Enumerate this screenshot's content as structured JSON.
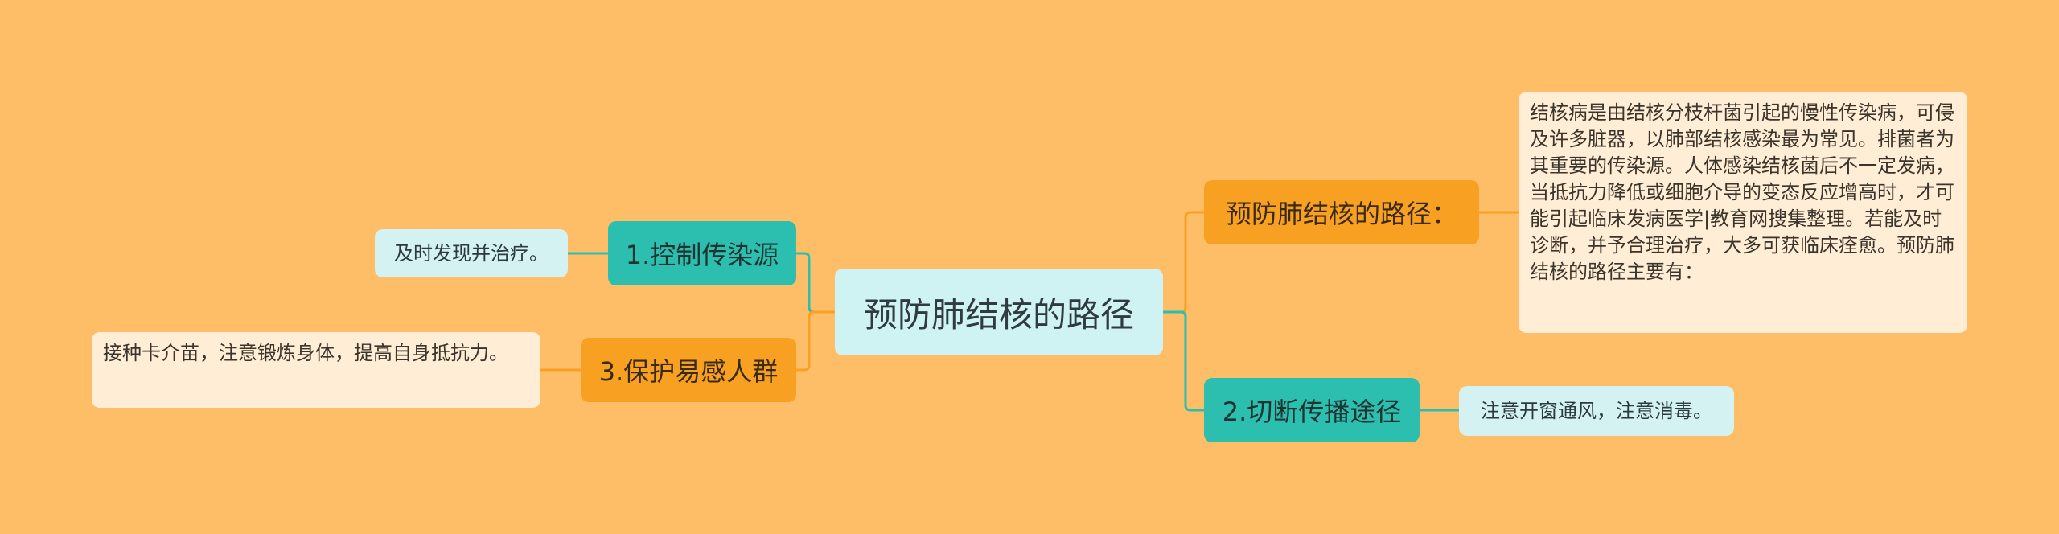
{
  "central_topic": "预防肺结核的路径",
  "branches": {
    "control_source": {
      "label": "1.控制传染源",
      "leaf": "及时发现并治疗。"
    },
    "protect_group": {
      "label": "3.保护易感人群",
      "leaf": "接种卡介苗，注意锻炼身体，提高自身抵抗力。"
    },
    "path_intro": {
      "label": "预防肺结核的路径：",
      "leaf": "结核病是由结核分枝杆菌引起的慢性传染病，可侵及许多脏器，以肺部结核感染最为常见。排菌者为其重要的传染源。人体感染结核菌后不一定发病，当抵抗力降低或细胞介导的变态反应增高时，才可能引起临床发病医学|教育网搜集整理。若能及时诊断，并予合理治疗，大多可获临床痊愈。预防肺结核的路径主要有："
    },
    "cut_route": {
      "label": "2.切断传播途径",
      "leaf": "注意开窗通风，注意消毒。"
    }
  },
  "colors": {
    "background": "#FEBE68",
    "central_fill": "#CFF3F2",
    "teal": "#2CBFB0",
    "orange": "#F8A022",
    "leaf_light": "#D4F2F2",
    "leaf_cream": "#FFEDD5"
  }
}
